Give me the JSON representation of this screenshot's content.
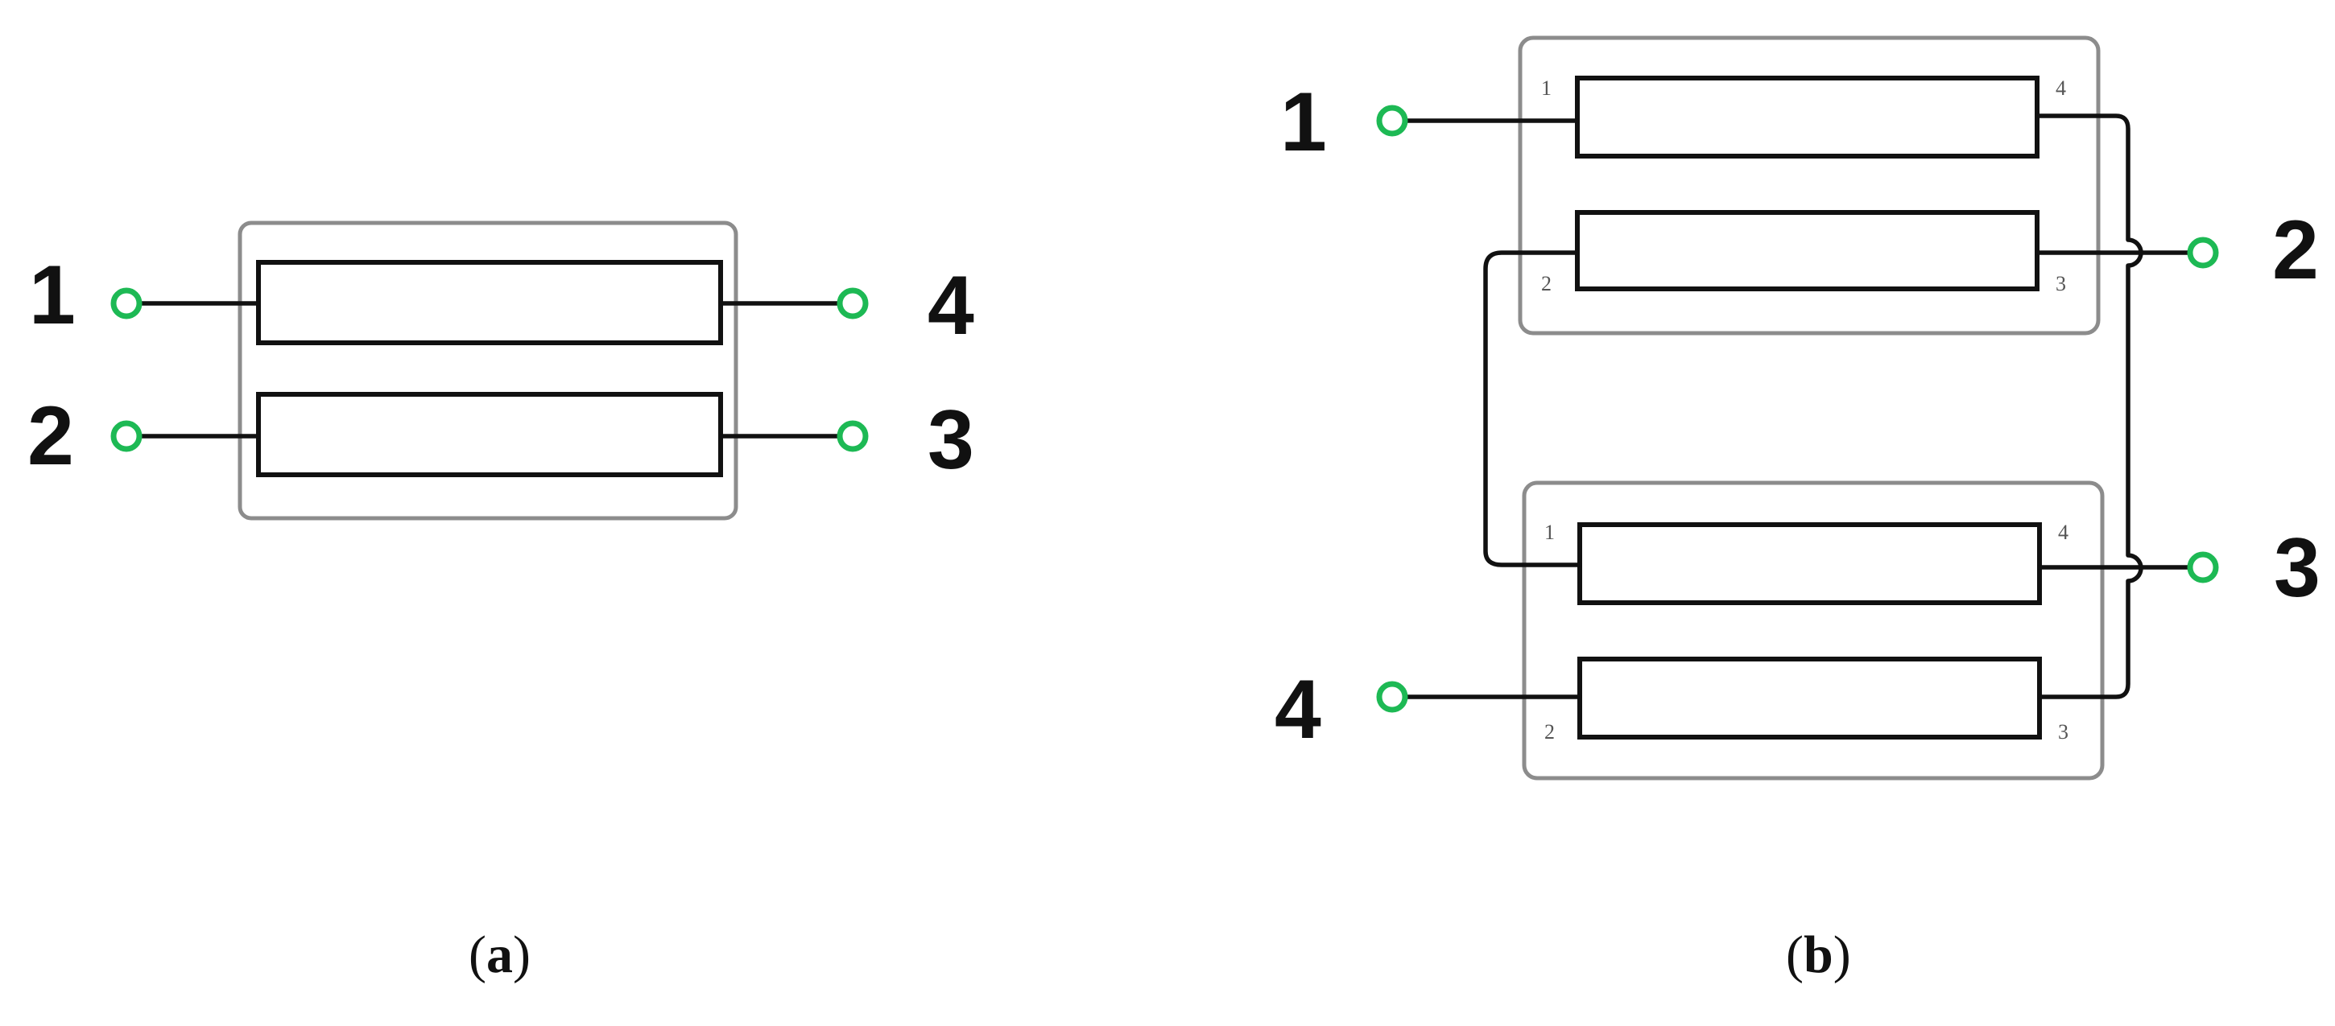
{
  "colors": {
    "port_ring": "#1db954",
    "wire": "#111111",
    "housing": "#8c8c8c"
  },
  "panel_a": {
    "caption_open": "(",
    "caption_letter": "a",
    "caption_close": ")",
    "ports": {
      "p1": "1",
      "p2": "2",
      "p3": "3",
      "p4": "4"
    }
  },
  "panel_b": {
    "caption_open": "(",
    "caption_letter": "b",
    "caption_close": ")",
    "ports": {
      "p1": "1",
      "p2": "2",
      "p3": "3",
      "p4": "4"
    },
    "upper_coupler_pins": {
      "p1": "1",
      "p2": "2",
      "p3": "3",
      "p4": "4"
    },
    "lower_coupler_pins": {
      "p1": "1",
      "p2": "2",
      "p3": "3",
      "p4": "4"
    }
  }
}
